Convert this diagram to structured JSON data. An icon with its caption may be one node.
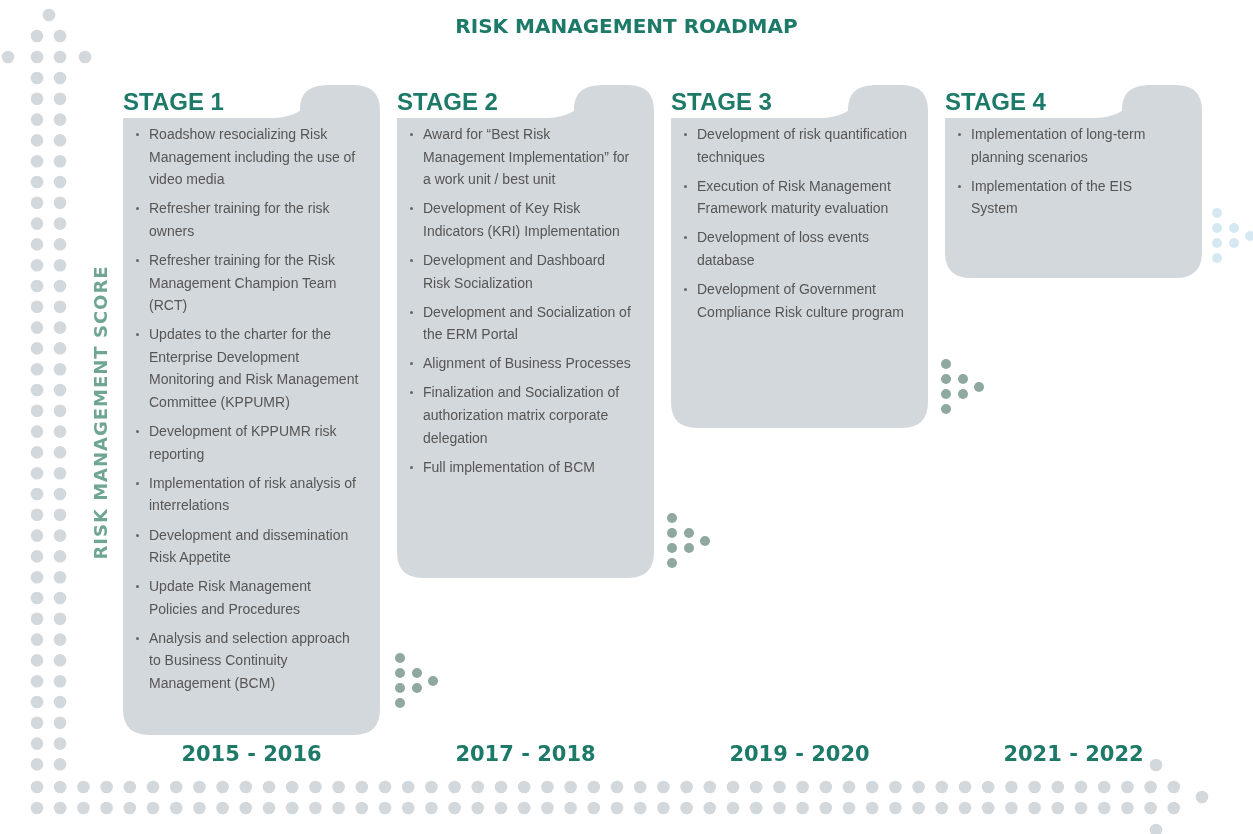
{
  "diagram": {
    "title": "RISK MANAGEMENT ROADMAP",
    "nodes": [
      {
        "text": [
          "STAGE 1",
          "Roadshow resocializing Risk Management including the use of video media",
          "Refresher training for the risk owners",
          "Refresher training for the Risk Management Champion Team (RCT)",
          "Updates to the charter for the Enterprise Development Monitoring and Risk Management Committee (KPPUMR)",
          "Development of KPPUMR risk reporting",
          "Implementation of risk analysis of interrelations",
          "Development and dissemination Risk Appetite",
          "Update Risk Management Policies and Procedures",
          "Analysis and selection approach to Business Continuity Management (BCM)"
        ]
      },
      {
        "text": [
          "STAGE 2",
          "Award for “Best Risk Management Implementation” for a work unit / best unit",
          "Development of Key Risk Indicators (KRI) Implementation",
          "Development and Dashboard Risk Socialization",
          "Development and Socialization of the ERM Portal",
          "Alignment of Business Processes",
          "Finalization and Socialization of authorization matrix corporate delegation",
          "Full implementation of BCM"
        ]
      },
      {
        "text": [
          "STAGE 3",
          "Development of risk quantification techniques",
          "Execution of Risk Management Framework maturity evaluation",
          "Development of loss events database",
          "Development of Government Compliance Risk culture program"
        ]
      },
      {
        "text": [
          "STAGE 4",
          "Implementation of long-term planning scenarios",
          "Implementation of the EIS System"
        ]
      }
    ],
    "labels": [
      "RISK MANAGEMENT SCORE",
      "2015 - 2016",
      "2017 - 2018",
      "2019 - 2020",
      "2021 - 2022"
    ]
  }
}
